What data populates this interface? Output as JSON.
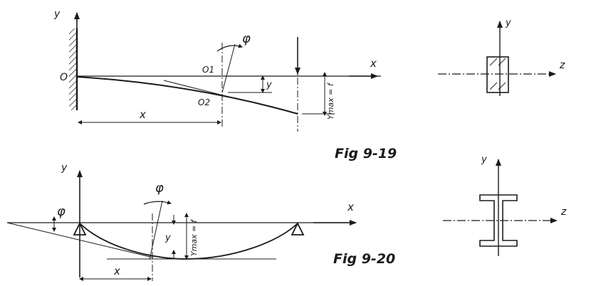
{
  "figures": {
    "fig1": {
      "caption": "Fig 9-19",
      "labels": {
        "y_axis": "y",
        "x_axis": "x",
        "origin": "O",
        "o1": "O1",
        "o2": "O2",
        "phi": "φ",
        "y_deflection": "y",
        "x_dim": "x",
        "ymax": "Ymax = f"
      },
      "section": {
        "y_axis": "y",
        "z_axis": "z",
        "shape": "rectangle"
      }
    },
    "fig2": {
      "caption": "Fig 9-20",
      "labels": {
        "y_axis": "y",
        "x_axis": "x",
        "phi_left": "φ",
        "phi_mid": "φ",
        "y_deflection": "y",
        "x_dim": "x",
        "ymax": "Ymax = f"
      },
      "section": {
        "y_axis": "y",
        "z_axis": "z",
        "shape": "i-beam"
      }
    }
  },
  "colors": {
    "ink": "#1b1b1b",
    "paper": "#ffffff"
  }
}
